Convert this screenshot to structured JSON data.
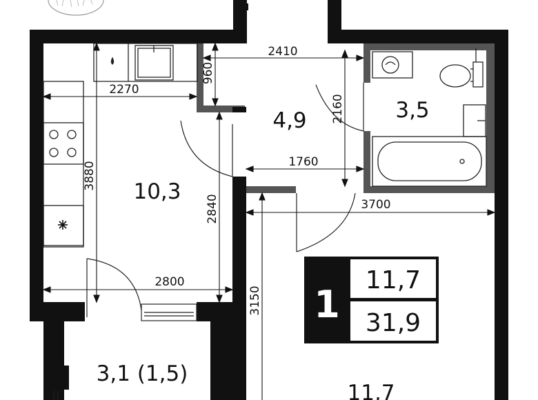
{
  "rooms": {
    "kitchen": "10,3",
    "hall": "4,9",
    "bathroom": "3,5",
    "loggia": "3,1 (1,5)",
    "living": "11,7"
  },
  "dimensions": {
    "kitchen_width_top": "2270",
    "kitchen_height": "3880",
    "kitchen_width_bottom": "2800",
    "kitchen_inner_height": "2840",
    "hall_width": "2410",
    "hall_depth": "960",
    "hall_lower_width": "1760",
    "bath_height": "2160",
    "living_width": "3700",
    "living_height": "3150"
  },
  "summary": {
    "room_count": "1",
    "living_area": "11,7",
    "total_area": "31,9"
  }
}
